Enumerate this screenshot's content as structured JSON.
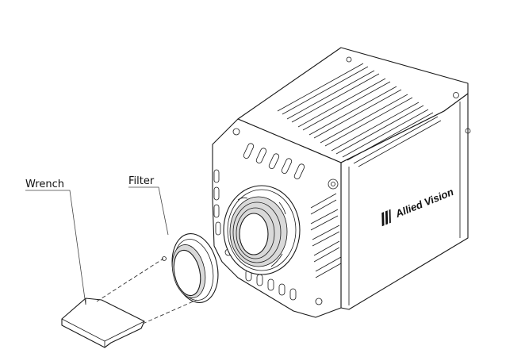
{
  "labels": {
    "wrench": "Wrench",
    "filter": "Filter"
  },
  "brand": {
    "text": "Allied Vision",
    "logo": "allied-vision-logo"
  },
  "colors": {
    "line": "#1a1a1a",
    "background": "#ffffff",
    "shade": "#d9d9d9"
  }
}
